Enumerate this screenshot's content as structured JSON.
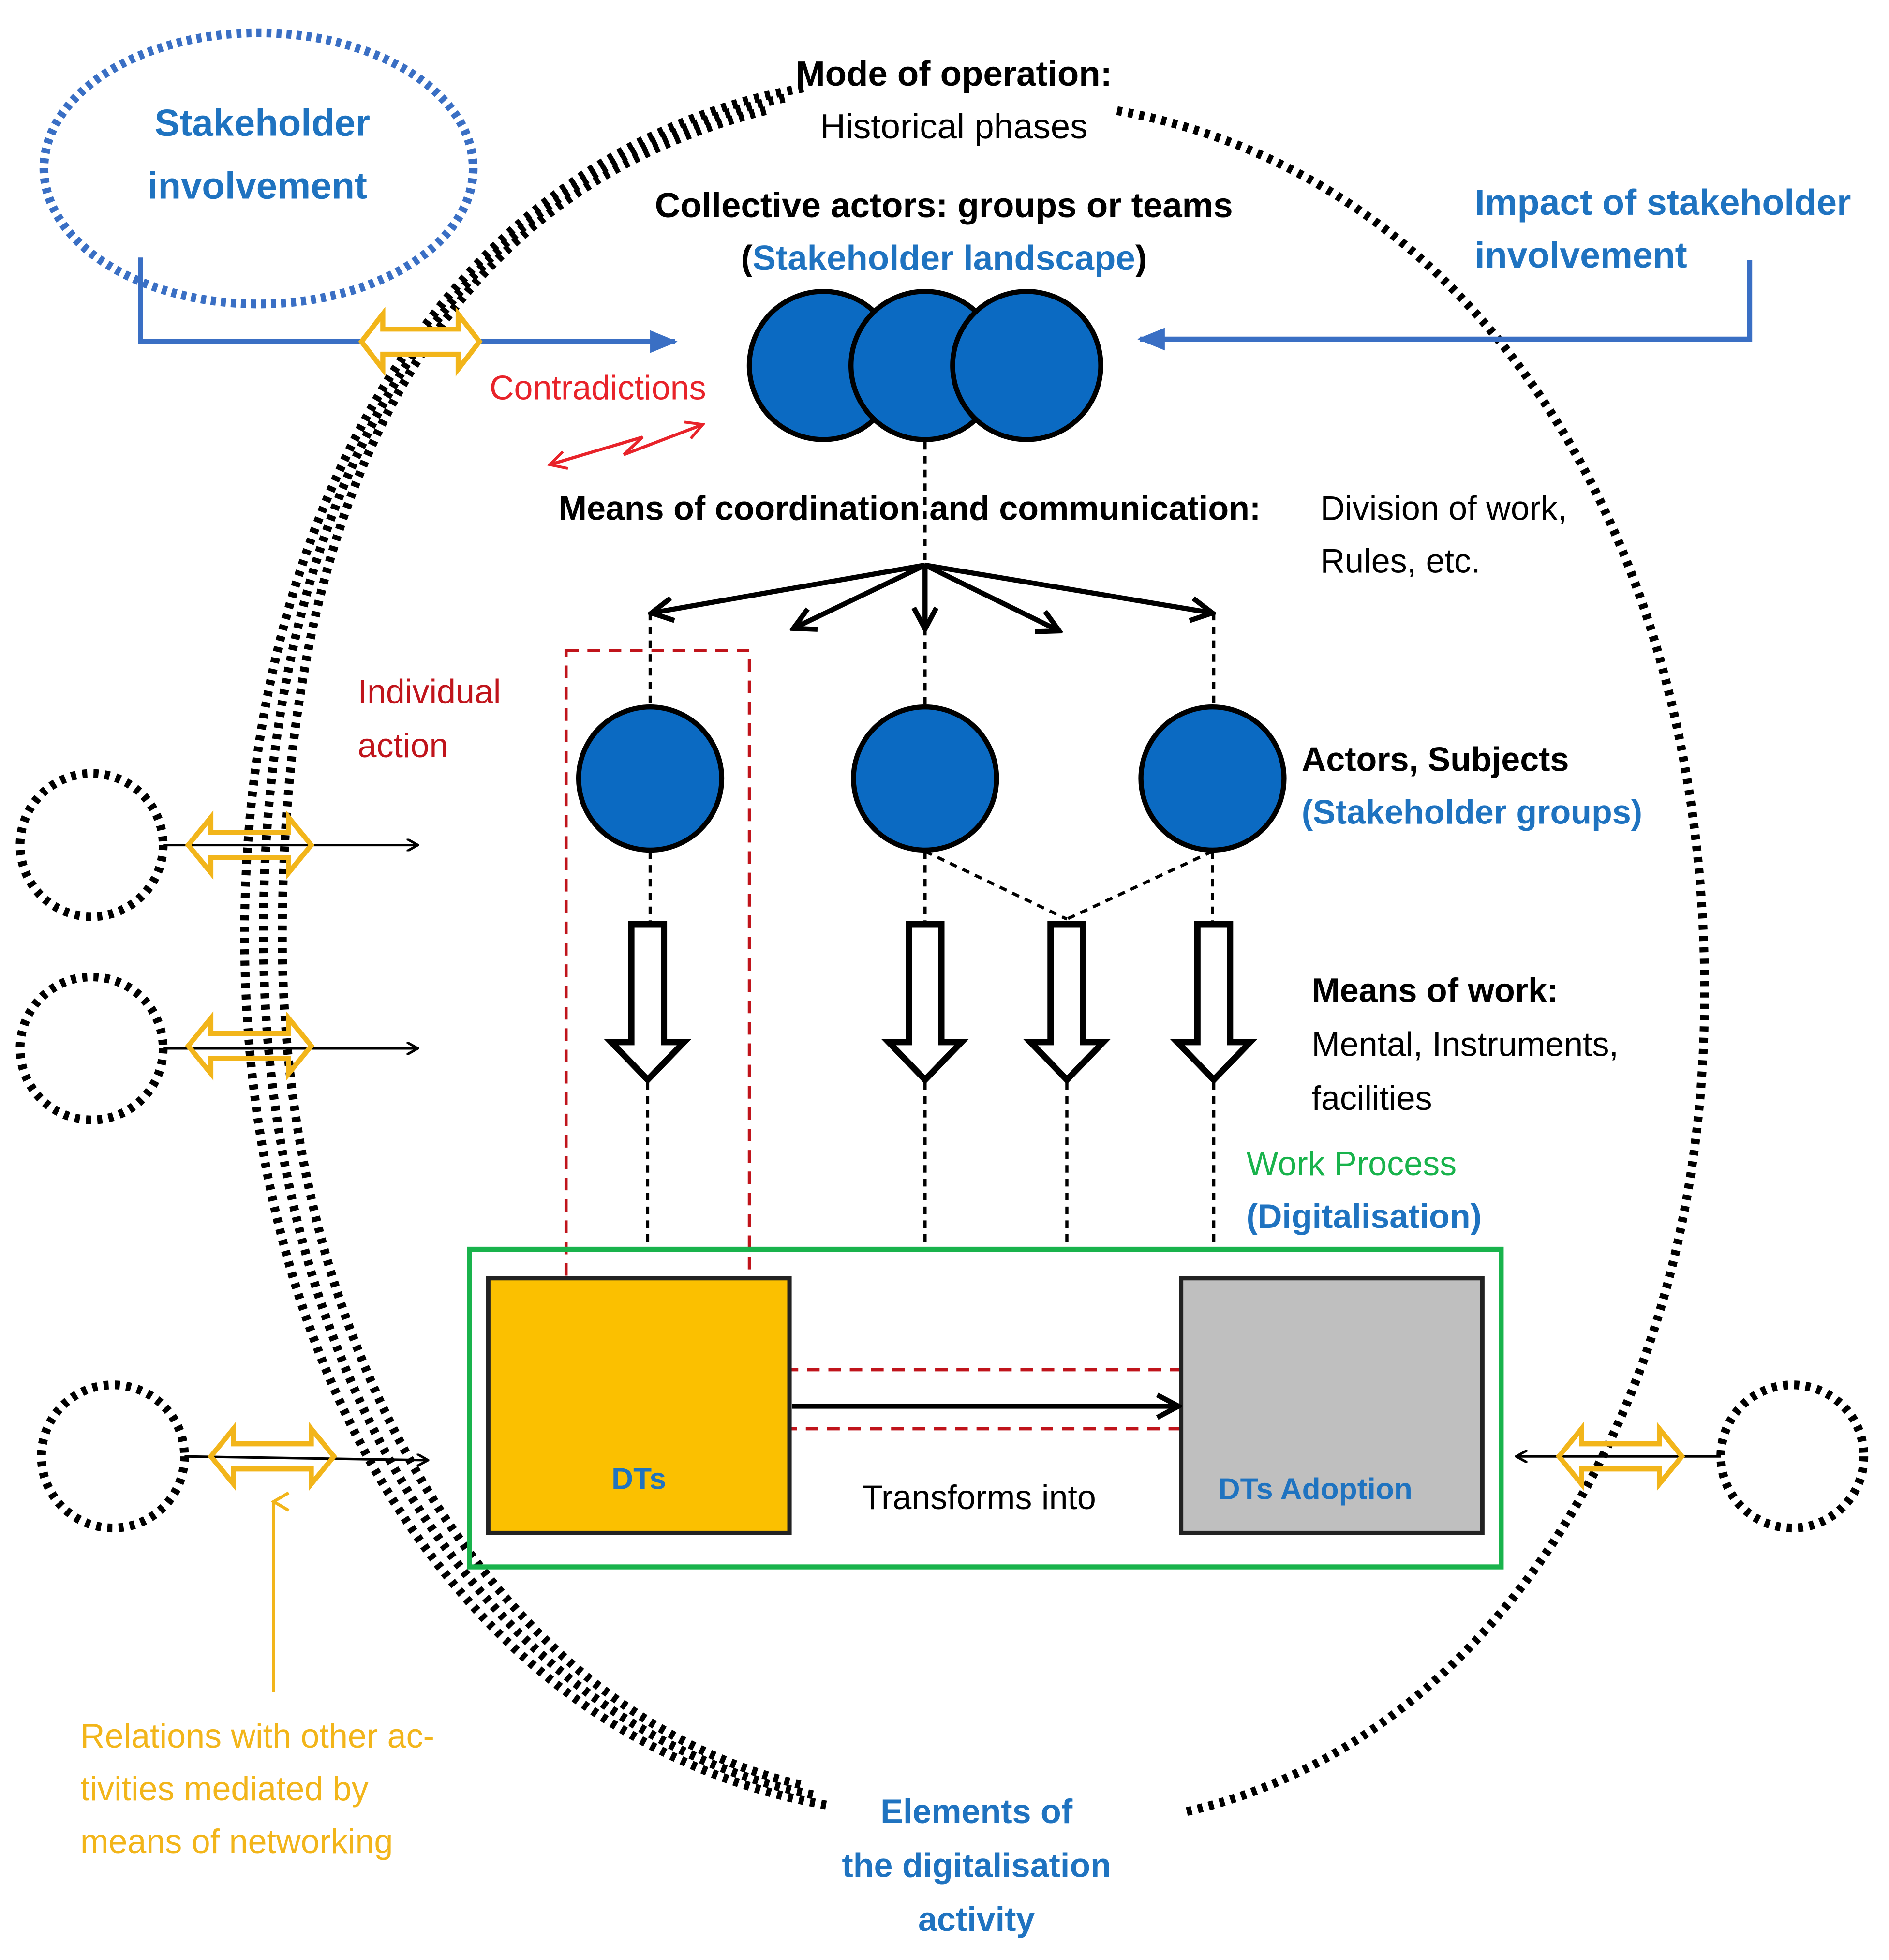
{
  "colors": {
    "actor_fill": "#0b6ac2",
    "stakeholder_blue": "#3a6fc4",
    "contradiction_red": "#e8232a",
    "individual_red": "#c0141b",
    "work_process_green": "#19b34c",
    "dts_fill": "#fbc000",
    "adoption_fill": "#bfbfbf",
    "networking_gold": "#f2b51a"
  },
  "labels": {
    "mode_title": "Mode of operation:",
    "mode_sub": "Historical phases",
    "collective_title": "Collective actors: groups or teams",
    "collective_sub_open": "(",
    "collective_sub": "Stakeholder landscape",
    "collective_sub_close": ")",
    "stakeholder_involvement_line1": "Stakeholder",
    "stakeholder_involvement_line2": "involvement",
    "impact_line1": "Impact of stakeholder",
    "impact_line2": "involvement",
    "contradictions": "Contradictions",
    "means_coord_title": "Means of coordination and communication:",
    "means_coord_line1": "Division of work,",
    "means_coord_line2": "Rules, etc.",
    "individual_line1": "Individual",
    "individual_line2": "action",
    "actors_title": "Actors, Subjects",
    "actors_sub": "(Stakeholder groups)",
    "means_work_title": "Means of work:",
    "means_work_line1": "Mental, Instruments,",
    "means_work_line2": "facilities",
    "work_process_title": "Work Process",
    "work_process_sub": "(Digitalisation)",
    "dts": "DTs",
    "transforms": "Transforms into",
    "dts_adoption": "DTs Adoption",
    "relations_line1": "Relations with other ac-",
    "relations_line2": "tivities mediated by",
    "relations_line3": "means of networking",
    "elements_line1": "Elements of",
    "elements_line2": "the digitalisation",
    "elements_line3": "activity"
  }
}
